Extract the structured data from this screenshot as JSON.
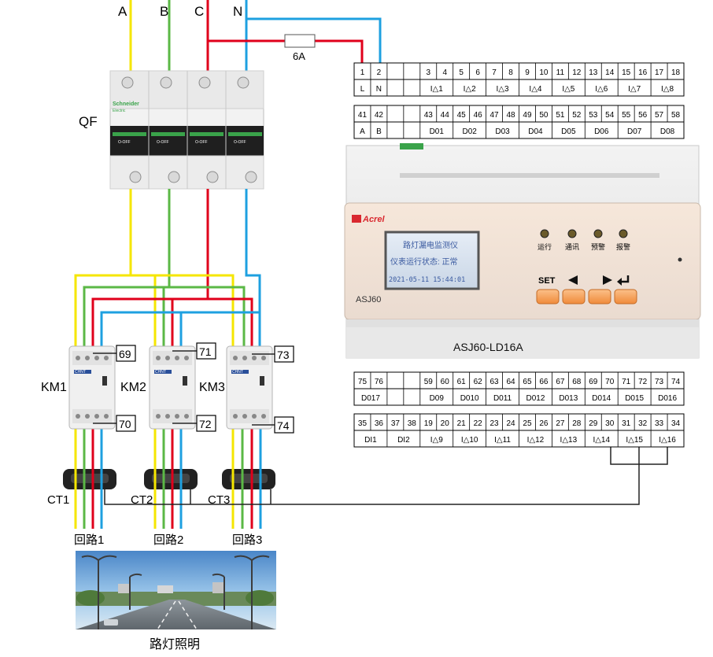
{
  "phases": {
    "a": "A",
    "b": "B",
    "c": "C",
    "n": "N"
  },
  "breaker": {
    "label": "QF",
    "brand": "Schneider",
    "sublabel": "Electric",
    "state": "O-OFF"
  },
  "fuse": {
    "label": "6A"
  },
  "contactors": [
    {
      "label": "KM1",
      "top_terminal": "69",
      "bottom_terminal": "70",
      "brand": "CHNT"
    },
    {
      "label": "KM2",
      "top_terminal": "71",
      "bottom_terminal": "72",
      "brand": "CHNT"
    },
    {
      "label": "KM3",
      "top_terminal": "73",
      "bottom_terminal": "74",
      "brand": "CHNT"
    }
  ],
  "cts": [
    "CT1",
    "CT2",
    "CT3"
  ],
  "circuits": [
    "回路1",
    "回路2",
    "回路3"
  ],
  "street_caption": "路灯照明",
  "device": {
    "brand": "Acrel",
    "model_small": "ASJ60",
    "model": "ASJ60-LD16A",
    "lcd": {
      "title": "路灯漏电监测仪",
      "status": "仪表运行状态: 正常",
      "datetime": "2021-05-11   15:44:01"
    },
    "indicators": [
      "运行",
      "通讯",
      "预警",
      "报警"
    ],
    "set_label": "SET",
    "buttons": [
      "set-button",
      "left-arrow-button",
      "right-arrow-button",
      "enter-button"
    ]
  },
  "terminal_blocks": {
    "top1": {
      "numbers": [
        "1",
        "2",
        "",
        "",
        "3",
        "4",
        "5",
        "6",
        "7",
        "8",
        "9",
        "10",
        "11",
        "12",
        "13",
        "14",
        "15",
        "16",
        "17",
        "18"
      ],
      "labels": [
        "L",
        "N",
        "",
        "",
        "I△1",
        "I△2",
        "I△3",
        "I△4",
        "I△5",
        "I△6",
        "I△7",
        "I△8"
      ]
    },
    "top2": {
      "numbers": [
        "41",
        "42",
        "",
        "",
        "43",
        "44",
        "45",
        "46",
        "47",
        "48",
        "49",
        "50",
        "51",
        "52",
        "53",
        "54",
        "55",
        "56",
        "57",
        "58"
      ],
      "labels": [
        "A",
        "B",
        "",
        "",
        "D01",
        "D02",
        "D03",
        "D04",
        "D05",
        "D06",
        "D07",
        "D08"
      ]
    },
    "bot1": {
      "numbers": [
        "75",
        "76",
        "",
        "",
        "59",
        "60",
        "61",
        "62",
        "63",
        "64",
        "65",
        "66",
        "67",
        "68",
        "69",
        "70",
        "71",
        "72",
        "73",
        "74"
      ],
      "labels": [
        "D017",
        "",
        "",
        "D09",
        "D010",
        "D011",
        "D012",
        "D013",
        "D014",
        "D015",
        "D016"
      ]
    },
    "bot2": {
      "numbers": [
        "35",
        "36",
        "37",
        "38",
        "19",
        "20",
        "21",
        "22",
        "23",
        "24",
        "25",
        "26",
        "27",
        "28",
        "29",
        "30",
        "31",
        "32",
        "33",
        "34"
      ],
      "labels": [
        "DI1",
        "DI2",
        "I△9",
        "I△10",
        "I△11",
        "I△12",
        "I△13",
        "I△14",
        "I△15",
        "I△16"
      ]
    }
  },
  "colors": {
    "phase_a": "#f5e600",
    "phase_b": "#5bb846",
    "phase_c": "#e0001b",
    "neutral": "#1ea0e0",
    "button_orange": "#f7a35c",
    "brand_red": "#d9282f"
  }
}
